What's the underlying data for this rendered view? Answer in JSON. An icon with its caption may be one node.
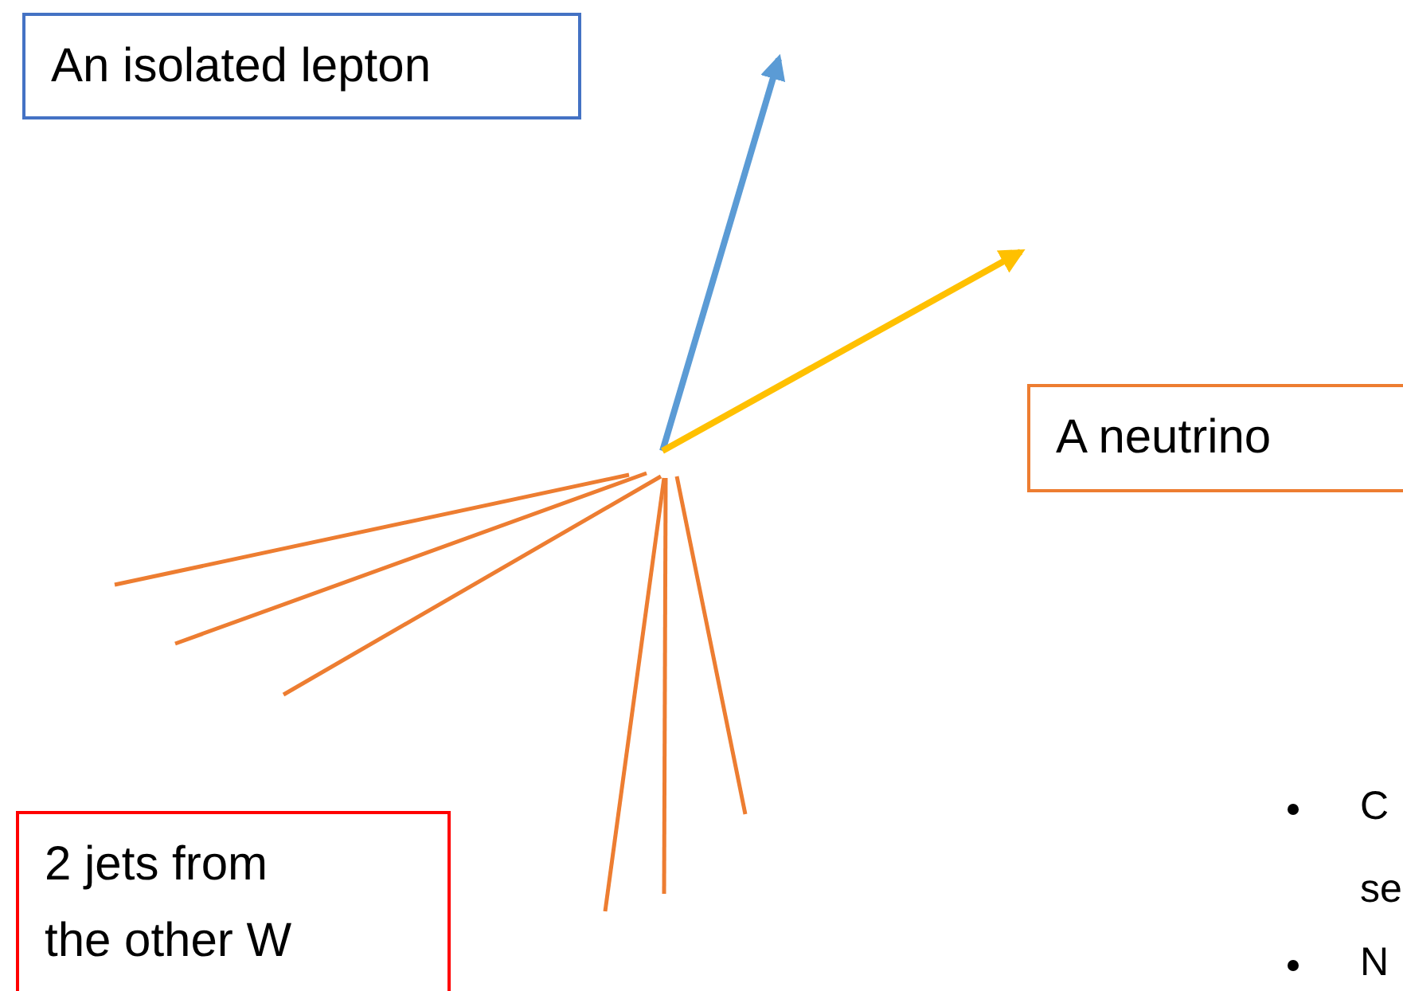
{
  "diagram": {
    "nodes": [
      {
        "text": [
          "An isolated lepton"
        ]
      },
      {
        "text": [
          "A neutrino"
        ]
      },
      {
        "text": [
          "2 jets from the other W"
        ]
      }
    ],
    "labels": [
      "C se",
      "N"
    ]
  }
}
